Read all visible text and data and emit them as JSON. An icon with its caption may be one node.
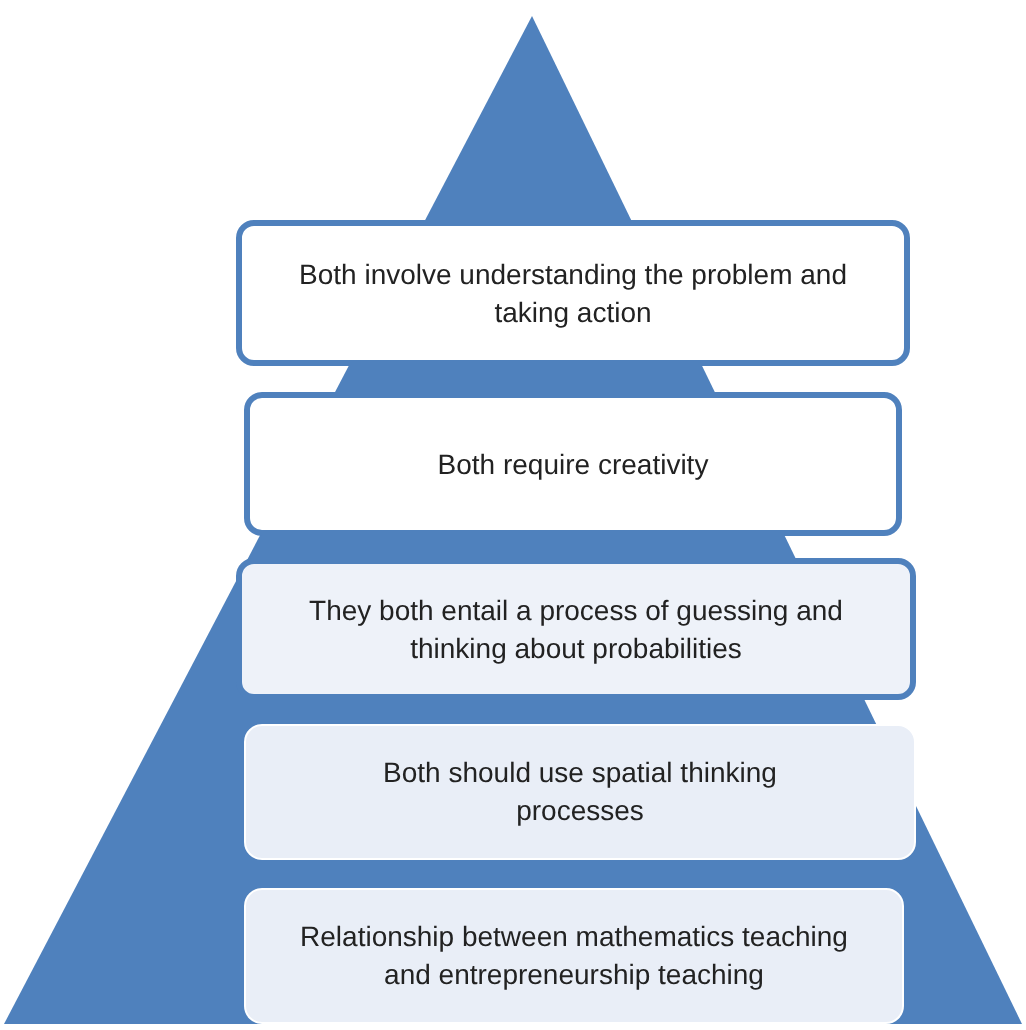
{
  "diagram": {
    "nodes": [
      {
        "text": [
          "Both involve understanding the problem and taking action"
        ]
      },
      {
        "text": [
          "Both require creativity"
        ]
      },
      {
        "text": [
          "They both entail a process of guessing and thinking about probabilities"
        ]
      },
      {
        "text": [
          "Both should use spatial thinking processes"
        ]
      },
      {
        "text": [
          "Relationship between mathematics teaching and entrepreneurship teaching"
        ]
      }
    ]
  }
}
